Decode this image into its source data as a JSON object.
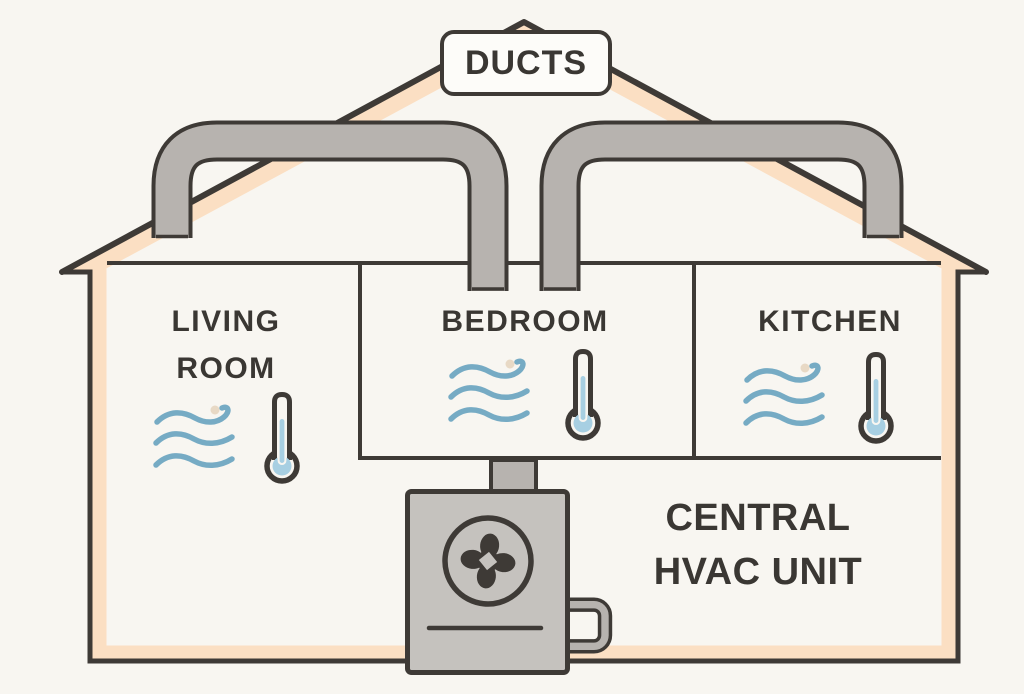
{
  "diagram": {
    "type": "hvac-house-illustration",
    "ducts_label": "DUCTS",
    "rooms": [
      {
        "id": "living-room",
        "label": "LIVING ROOM",
        "icons": [
          "air-waves",
          "thermometer"
        ]
      },
      {
        "id": "bedroom",
        "label": "BEDROOM",
        "icons": [
          "air-waves",
          "thermometer"
        ]
      },
      {
        "id": "kitchen",
        "label": "KITCHEN",
        "icons": [
          "air-waves",
          "thermometer"
        ]
      }
    ],
    "unit_label": "CENTRAL HVAC UNIT",
    "colors": {
      "background_color": "#f8f6f1",
      "peach": "#fbdfc3",
      "line_color": "#3e3a36",
      "duct_gray": "#b7b3af",
      "unit_gray": "#c5c2be",
      "wave_blue": "#76abc4",
      "thermo_blue": "#a7cfe2",
      "label_bg": "#fdfcf9",
      "text_color": "#3a3733",
      "dot_tan": "#e8d9c5"
    }
  }
}
